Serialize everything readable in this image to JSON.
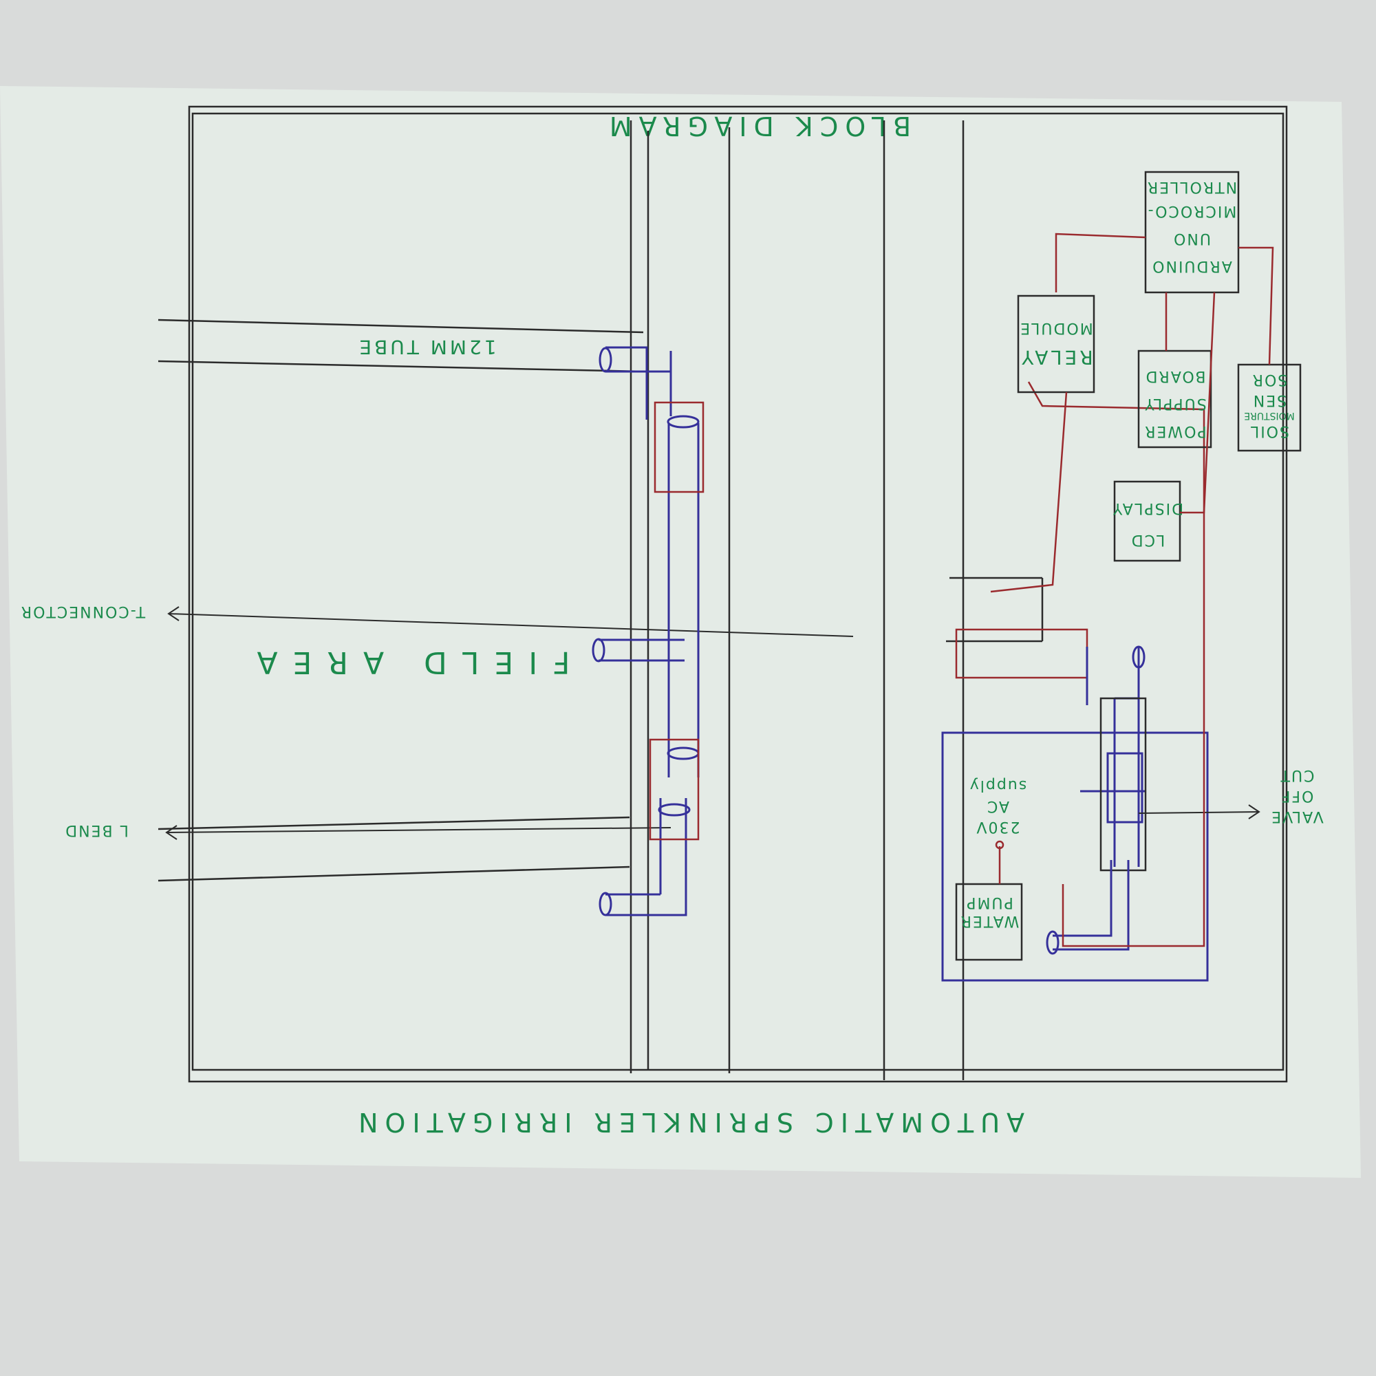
{
  "image": {
    "orientation": "upside-down hand-drawn sheet",
    "colors": {
      "background": "#d9dbda",
      "paper": "#e4ebe6",
      "ink_black": "#2b2b2b",
      "ink_blue": "#35309a",
      "ink_red": "#9a2a2e",
      "ink_green_text": "#1b8a4c"
    }
  },
  "labels": {
    "heading": "BLOCK DIAGRAM",
    "footer": "AUTOMATIC SPRINKLER IRRIGATION",
    "field": "FIELD AREA",
    "tube": "12MM TUBE",
    "t_connector": "T-CONNECTOR",
    "l_bend": "L BEND",
    "cutoff": [
      "CUT",
      "OFF",
      "VALVE"
    ],
    "ac_supply": [
      "230V",
      "AC",
      "supply"
    ]
  },
  "blocks": {
    "arduino": [
      "ARDUINO",
      "UNO",
      "MICROCO-",
      "NTROLLER"
    ],
    "relay": [
      "RELAY",
      "MODULE"
    ],
    "power": [
      "POWER",
      "SUPPLY",
      "BOARD"
    ],
    "soil": [
      "SOIL",
      "MOISTURE",
      "SEN",
      "SOR"
    ],
    "lcd": [
      "LCD",
      "DISPLAY"
    ],
    "pump": [
      "WATER",
      "PUMP"
    ]
  }
}
